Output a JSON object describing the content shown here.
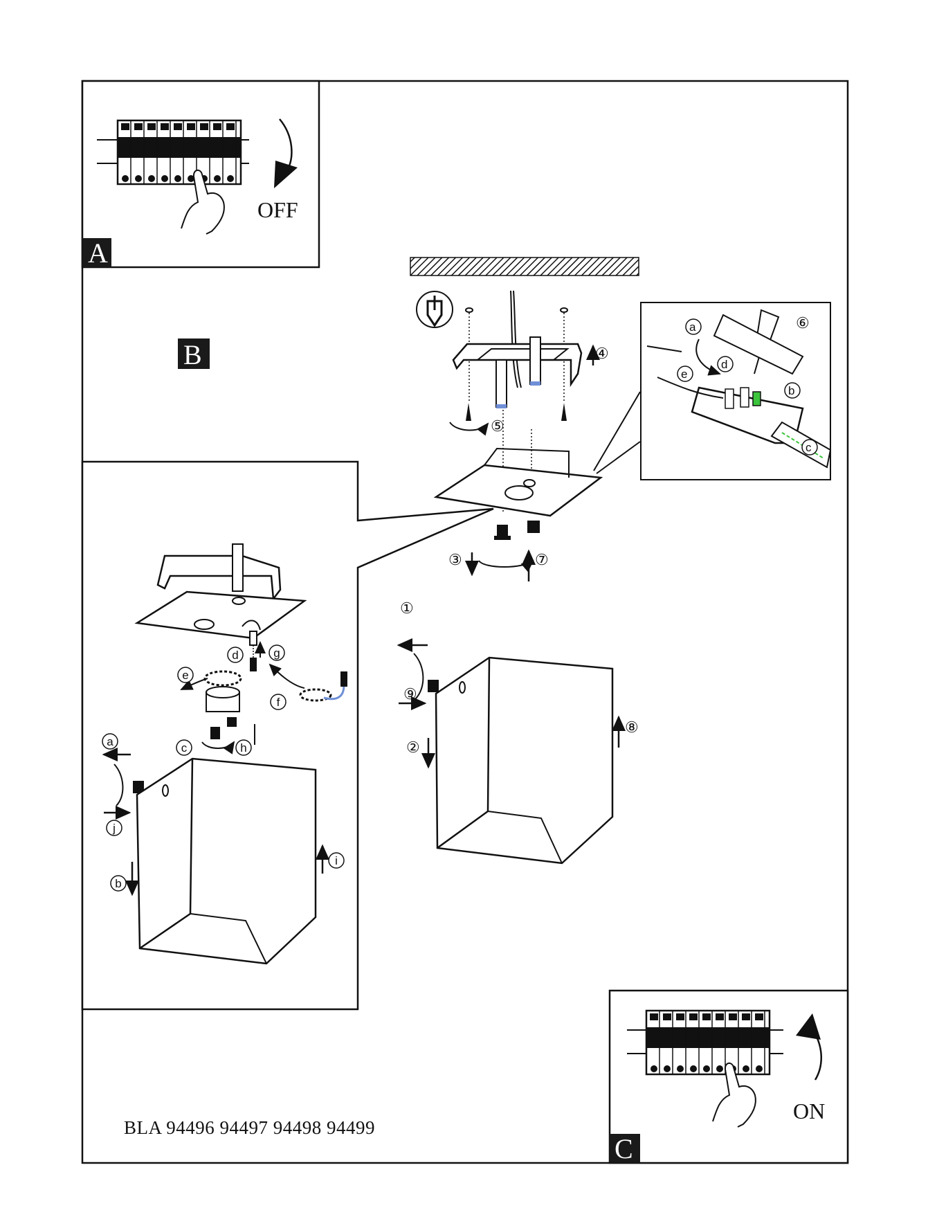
{
  "panels": {
    "a": {
      "tag": "A",
      "switch_label": "OFF"
    },
    "b": {
      "tag": "B"
    },
    "c": {
      "tag": "C",
      "switch_label": "ON"
    }
  },
  "steps": [
    "①",
    "②",
    "③",
    "④",
    "⑤",
    "⑥",
    "⑦",
    "⑧",
    "⑨"
  ],
  "substeps": [
    "a",
    "b",
    "c",
    "d",
    "e",
    "f",
    "g",
    "h",
    "i",
    "j"
  ],
  "detail_steps": [
    "a",
    "b",
    "c",
    "d",
    "e"
  ],
  "model_numbers": "BLA 94496 94497 94498 94499",
  "icons": [
    "breaker-panel-icon",
    "hand-icon",
    "rotate-arrow-icon",
    "screw-icon",
    "screwdriver-icon",
    "ceiling-hatch-icon"
  ],
  "colors": {
    "line": "#111111",
    "wire_blue": "#6f8fd6",
    "terminal_green": "#3cc43c",
    "tag_bg": "#1a1a1a"
  }
}
